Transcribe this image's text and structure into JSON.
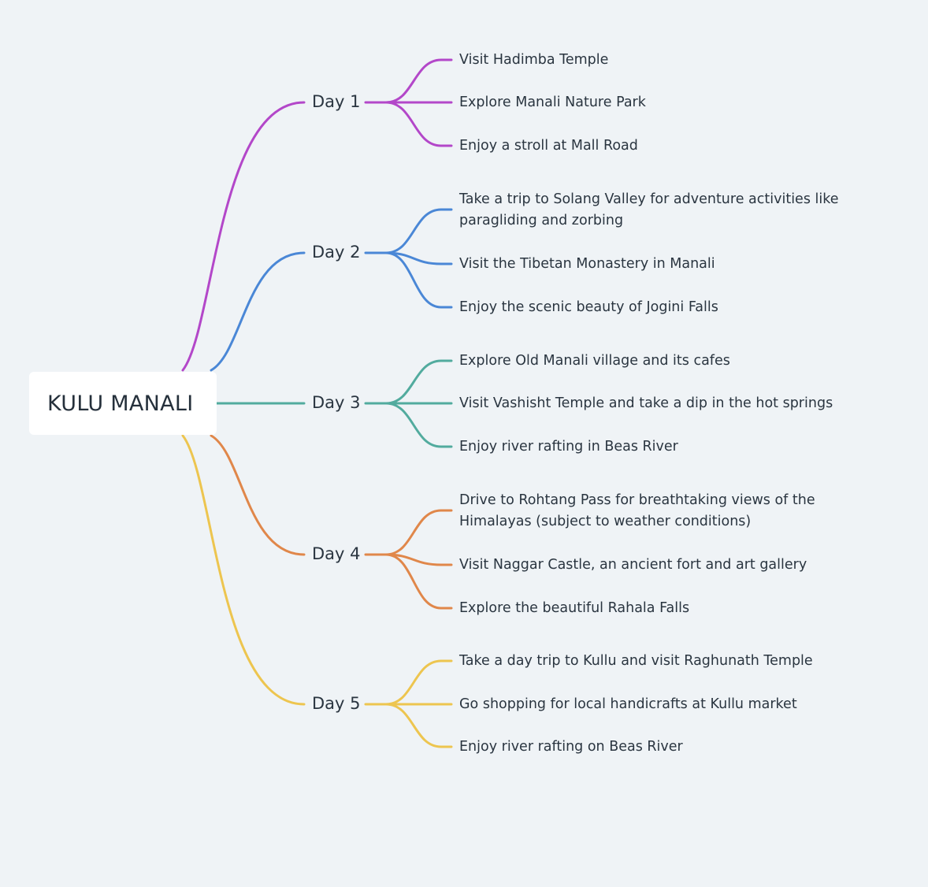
{
  "root": {
    "label": "KULU MANALI"
  },
  "days": [
    {
      "label": "Day 1",
      "color": "#b347c9",
      "items": [
        {
          "lines": [
            "Visit Hadimba Temple"
          ]
        },
        {
          "lines": [
            "Explore Manali Nature Park"
          ]
        },
        {
          "lines": [
            "Enjoy a stroll at Mall Road"
          ]
        }
      ]
    },
    {
      "label": "Day 2",
      "color": "#4a87d6",
      "items": [
        {
          "lines": [
            "Take a trip to Solang Valley for adventure activities like",
            "paragliding and zorbing"
          ]
        },
        {
          "lines": [
            "Visit the Tibetan Monastery in Manali"
          ]
        },
        {
          "lines": [
            "Enjoy the scenic beauty of Jogini Falls"
          ]
        }
      ]
    },
    {
      "label": "Day 3",
      "color": "#52ab9e",
      "items": [
        {
          "lines": [
            "Explore Old Manali village and its cafes"
          ]
        },
        {
          "lines": [
            "Visit Vashisht Temple and take a dip in the hot springs"
          ]
        },
        {
          "lines": [
            "Enjoy river rafting in Beas River"
          ]
        }
      ]
    },
    {
      "label": "Day 4",
      "color": "#e0874a",
      "items": [
        {
          "lines": [
            "Drive to Rohtang Pass for breathtaking views of the",
            "Himalayas (subject to weather conditions)"
          ]
        },
        {
          "lines": [
            "Visit Naggar Castle, an ancient fort and art gallery"
          ]
        },
        {
          "lines": [
            "Explore the beautiful Rahala Falls"
          ]
        }
      ]
    },
    {
      "label": "Day 5",
      "color": "#edc54f",
      "items": [
        {
          "lines": [
            "Take a day trip to Kullu and visit Raghunath Temple"
          ]
        },
        {
          "lines": [
            "Go shopping for local handicrafts at Kullu market"
          ]
        },
        {
          "lines": [
            "Enjoy river rafting on Beas River"
          ]
        }
      ]
    }
  ]
}
